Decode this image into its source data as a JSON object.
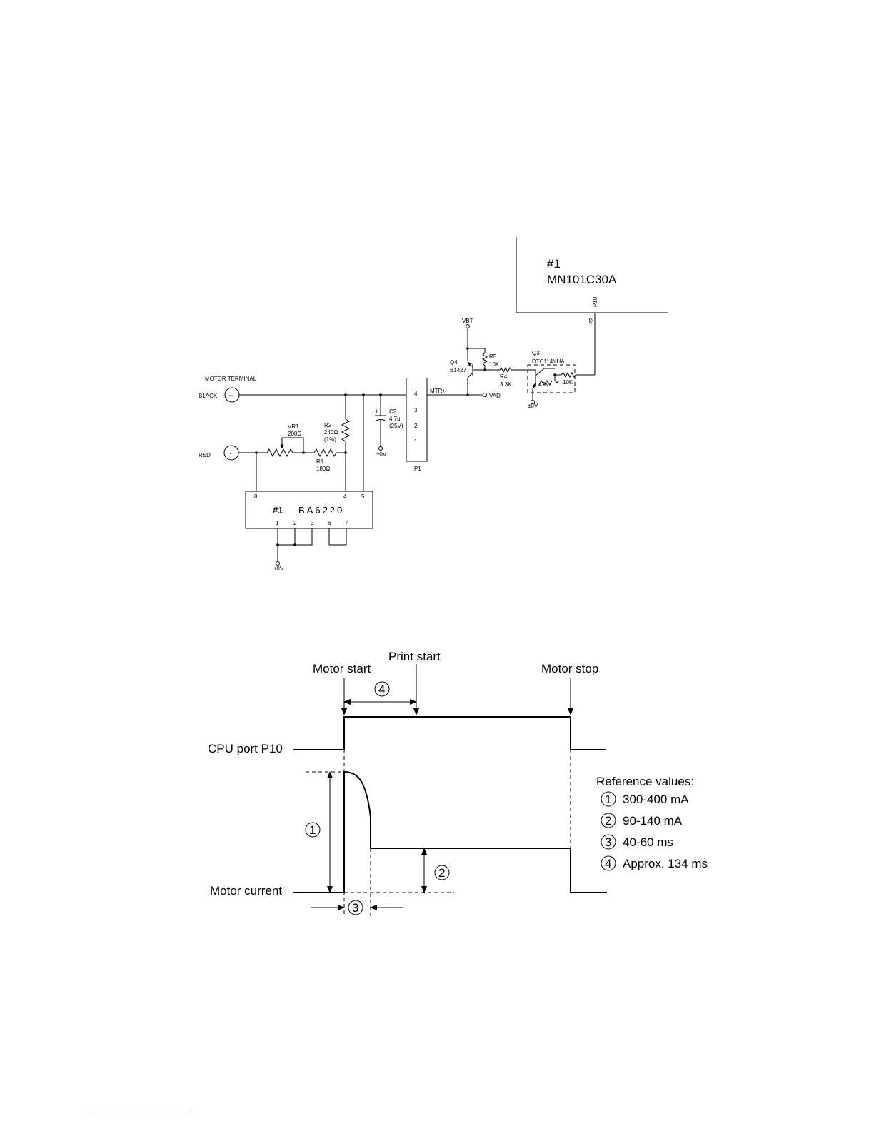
{
  "schematic": {
    "mcu": {
      "ref": "#1",
      "part": "MN101C30A",
      "port": "P10",
      "pin": "22"
    },
    "motor_terminal": {
      "title": "MOTOR TERMINAL",
      "black": "BLACK",
      "red": "RED",
      "plus": "+",
      "minus": "-"
    },
    "vbt": "VBT",
    "vad": "VAD",
    "mtr": "MTR+",
    "q4": {
      "ref": "Q4",
      "part": "B1427"
    },
    "r5": {
      "ref": "R5",
      "value": "10K"
    },
    "r4": {
      "ref": "R4",
      "value": "3.3K"
    },
    "q3": {
      "ref": "Q3",
      "part": "DTC114YUA",
      "r_a": "47K",
      "r_b": "10K"
    },
    "gnd": "±0V",
    "vr1": {
      "ref": "VR1",
      "value": "200Ω"
    },
    "r2": {
      "ref": "R2",
      "value": "240Ω",
      "tol": "(1%)"
    },
    "r1": {
      "ref": "R1",
      "value": "180Ω"
    },
    "c2": {
      "ref": "C2",
      "value": "4.7u",
      "rating": "(25V)",
      "polarity": "+"
    },
    "p1": {
      "ref": "P1",
      "pins": [
        "4",
        "3",
        "2",
        "1"
      ]
    },
    "ic": {
      "ref": "#1",
      "part": "BA6220",
      "top_pins": [
        "8",
        "4",
        "5"
      ],
      "bottom_pins": [
        "1",
        "2",
        "3",
        "6",
        "7"
      ]
    }
  },
  "timing": {
    "labels": {
      "motor_start": "Motor start",
      "print_start": "Print start",
      "motor_stop": "Motor stop",
      "cpu_port": "CPU port P10",
      "motor_current": "Motor current"
    },
    "markers": [
      "1",
      "2",
      "3",
      "4"
    ],
    "reference_title": "Reference values:",
    "reference_values": [
      {
        "num": "1",
        "text": "300-400 mA"
      },
      {
        "num": "2",
        "text": "90-140 mA"
      },
      {
        "num": "3",
        "text": "40-60 ms"
      },
      {
        "num": "4",
        "text": "Approx. 134 ms"
      }
    ]
  }
}
